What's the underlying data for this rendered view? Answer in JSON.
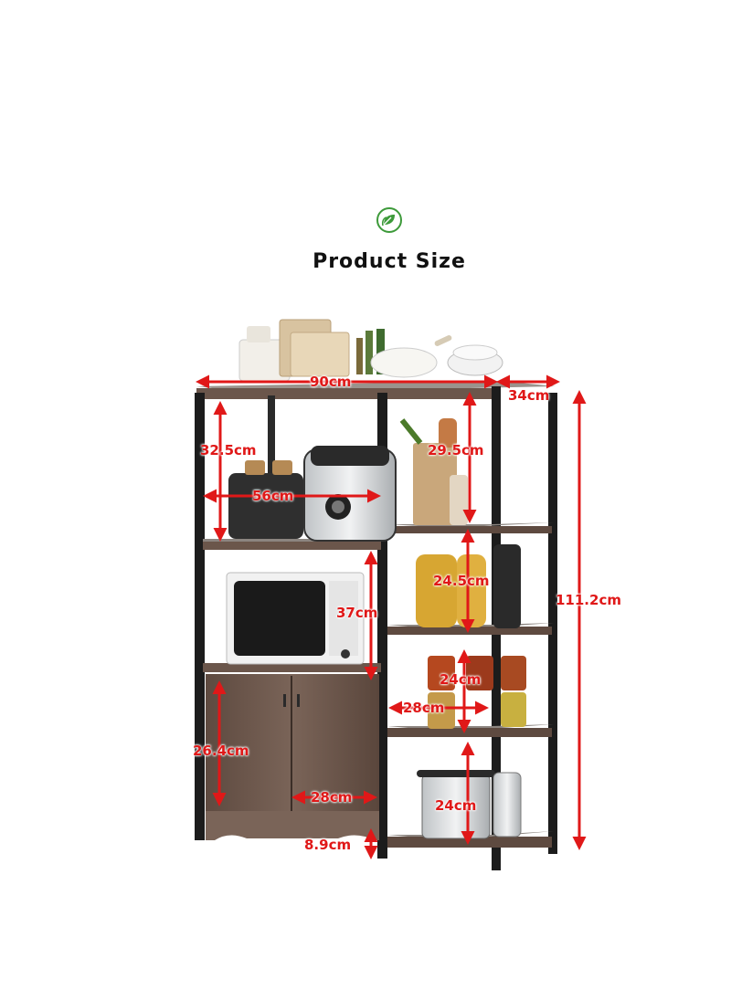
{
  "header": {
    "logo_icon": "leaf-badge-icon",
    "title": "Product Size"
  },
  "colors": {
    "frame": "#1c1c1c",
    "wood": "#6b564b",
    "wood_dark": "#4a3a32",
    "shelf_top": "#8c8580",
    "dimension": "#e01818",
    "accent_green": "#3d9a3a"
  },
  "dimensions": {
    "width_total": "90cm",
    "depth": "34cm",
    "height_total": "111.2cm",
    "top_left_shelf_height": "32.5cm",
    "top_right_shelf_height": "29.5cm",
    "top_left_shelf_width": "56cm",
    "microwave_bay_height": "37cm",
    "right_shelf_2_height": "24.5cm",
    "right_shelf_3_height": "24cm",
    "right_shelf_width": "28cm",
    "cabinet_height": "26.4cm",
    "cabinet_door_width": "28cm",
    "right_shelf_4_height": "24cm",
    "leg_height": "8.9cm"
  }
}
